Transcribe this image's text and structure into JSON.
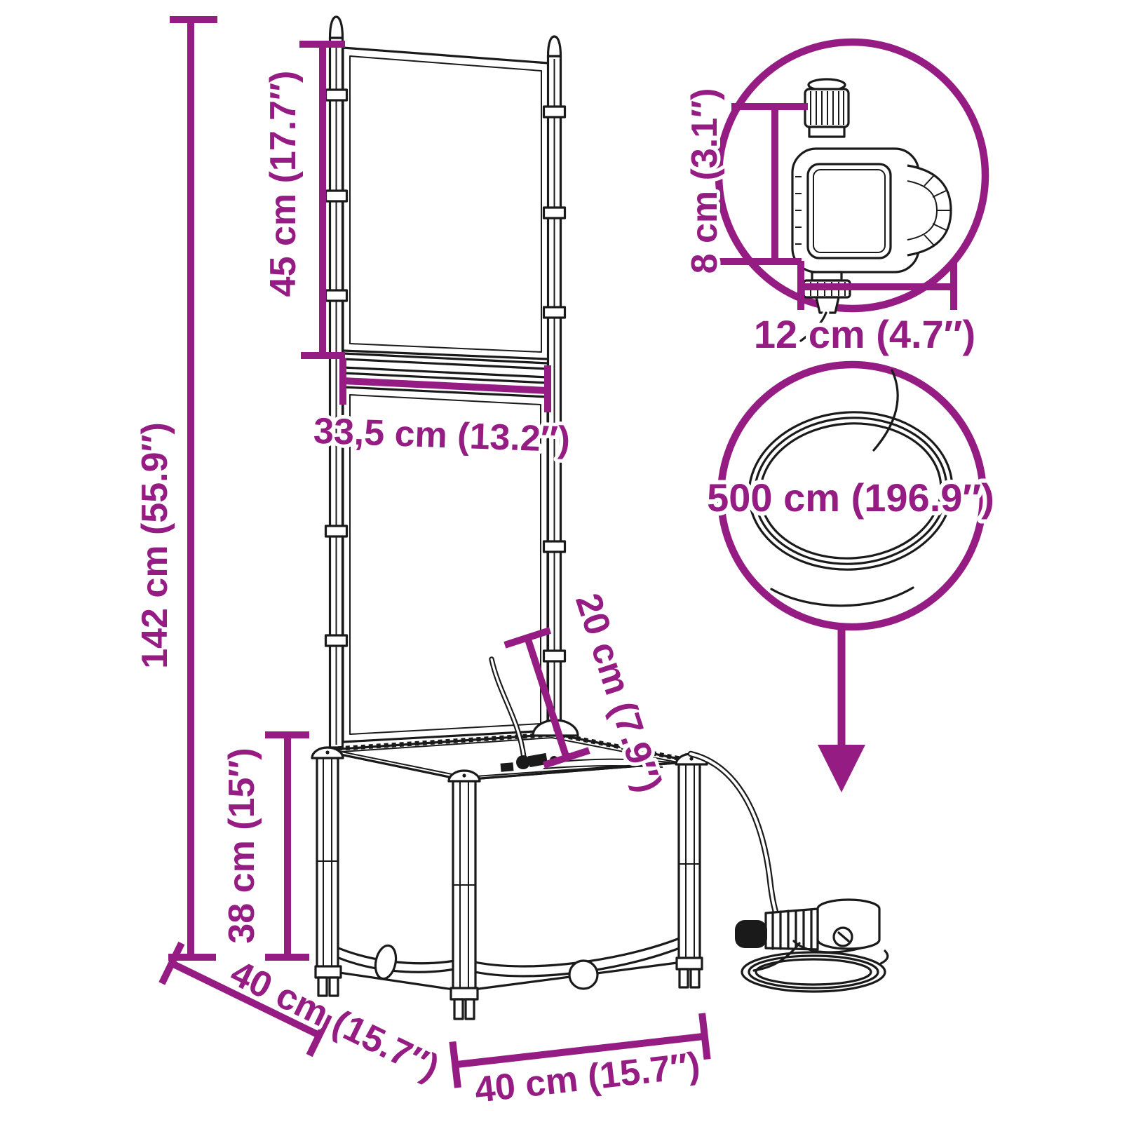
{
  "colors": {
    "accent": "#941C83",
    "ink": "#1a1a1a",
    "bg": "#ffffff"
  },
  "diagram": {
    "type": "product-dimension-diagram",
    "product": "garden planter with trellis and drip irrigation kit",
    "labels": {
      "total_height": "142 cm (55.9″)",
      "trellis_panel_height": "45 cm (17.7″)",
      "trellis_width": "33,5 cm (13.2″)",
      "drip_riser_length": "20 cm (7.9″)",
      "planter_height": "38 cm (15″)",
      "planter_depth": "40 cm (15.7″)",
      "planter_width": "40 cm (15.7″)",
      "timer_height": "8 cm (3.1″)",
      "timer_width": "12 cm (4.7″)",
      "hose_length": "500 cm (196.9″)"
    }
  }
}
